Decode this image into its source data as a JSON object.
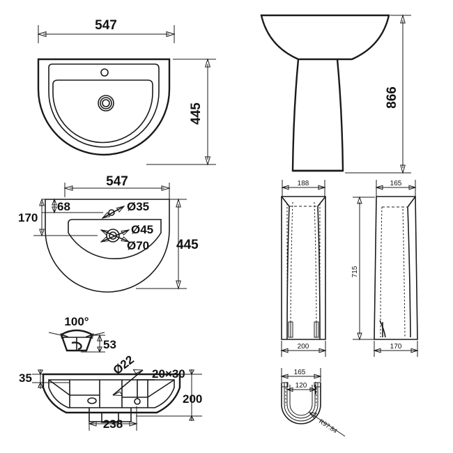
{
  "drawing": {
    "title": "Basin and pedestal technical dimension drawing",
    "units": "mm",
    "line_color": "#1a1a1a",
    "background": "#ffffff"
  },
  "views": {
    "basin_plan": {
      "name": "Basin plan view",
      "dimensions": {
        "width": "547",
        "depth": "445"
      }
    },
    "basin_plan_holes": {
      "name": "Basin plan with hole sizes",
      "dimensions": {
        "width": "547",
        "depth": "445",
        "tap_hole_offset": "68",
        "waste_offset": "170"
      },
      "holes": {
        "tap_hole": "Ø35",
        "waste_inner": "Ø45",
        "waste_outer": "Ø70"
      }
    },
    "overflow_detail": {
      "name": "Overflow detail",
      "angle": "100°",
      "depth": "53"
    },
    "basin_underside": {
      "name": "Basin underside / section view",
      "dimensions": {
        "rim_thickness": "35",
        "height": "200",
        "bracket_spacing": "238"
      },
      "holes": {
        "fixing_hole": "Ø22",
        "slot": "20×30"
      }
    },
    "front_elevation": {
      "name": "Basin on pedestal front elevation",
      "dimensions": {
        "total_height": "866"
      }
    },
    "pedestal_front": {
      "name": "Pedestal front view",
      "dimensions": {
        "top_width": "188",
        "base_width": "200"
      }
    },
    "pedestal_side": {
      "name": "Pedestal side view",
      "dimensions": {
        "top_width": "165",
        "base_width": "170",
        "height": "715"
      }
    },
    "pedestal_plan": {
      "name": "Pedestal base plan",
      "dimensions": {
        "outer_width": "165",
        "inner_width": "120",
        "radius": "R97.84"
      }
    }
  }
}
